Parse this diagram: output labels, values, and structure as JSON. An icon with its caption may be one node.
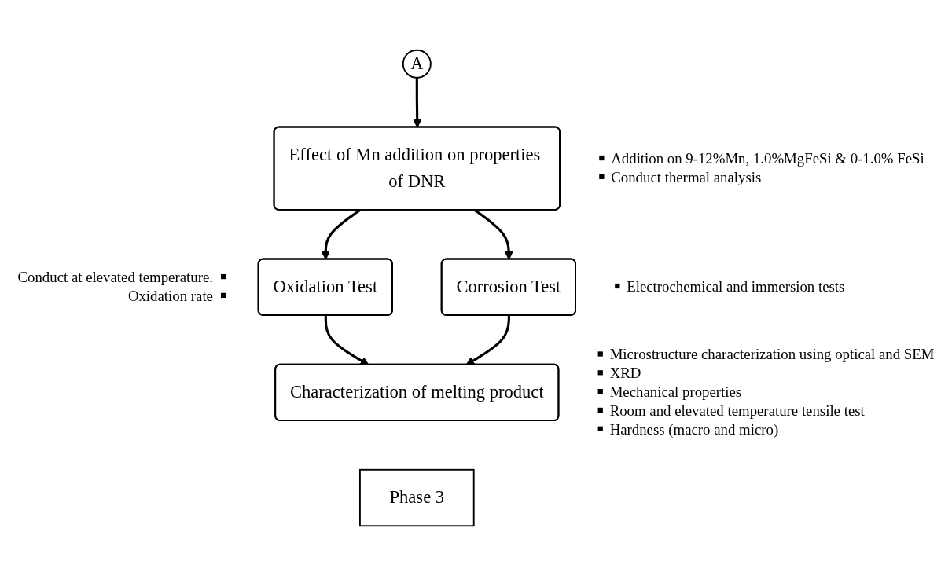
{
  "diagram": {
    "nodes": [
      {
        "text": [
          "A"
        ]
      },
      {
        "text": [
          "Effect of Mn addition on properties of DNR"
        ],
        "beside": [
          "Addition on 9-12%Mn, 1.0%MgFeSi & 0-1.0% FeSi",
          "Conduct thermal analysis"
        ]
      },
      {
        "text": [
          "Oxidation Test"
        ],
        "beside": [
          "Conduct at elevated temperature.",
          "Oxidation rate"
        ]
      },
      {
        "text": [
          "Corrosion Test"
        ],
        "beside": [
          "Electrochemical and immersion tests"
        ]
      },
      {
        "text": [
          "Characterization of melting product"
        ],
        "beside": [
          "Microstructure characterization using optical and SEM",
          "XRD",
          "Mechanical properties",
          "Room and elevated temperature tensile test",
          "Hardness (macro and micro)"
        ]
      },
      {
        "text": [
          "Phase 3"
        ]
      }
    ],
    "edges": [
      {
        "from": 0,
        "to": 1,
        "arrow": "to"
      },
      {
        "from": 1,
        "to": 2,
        "arrow": "to"
      },
      {
        "from": 1,
        "to": 3,
        "arrow": "to"
      },
      {
        "from": 2,
        "to": 4,
        "arrow": "to"
      },
      {
        "from": 3,
        "to": 4,
        "arrow": "to"
      }
    ]
  }
}
